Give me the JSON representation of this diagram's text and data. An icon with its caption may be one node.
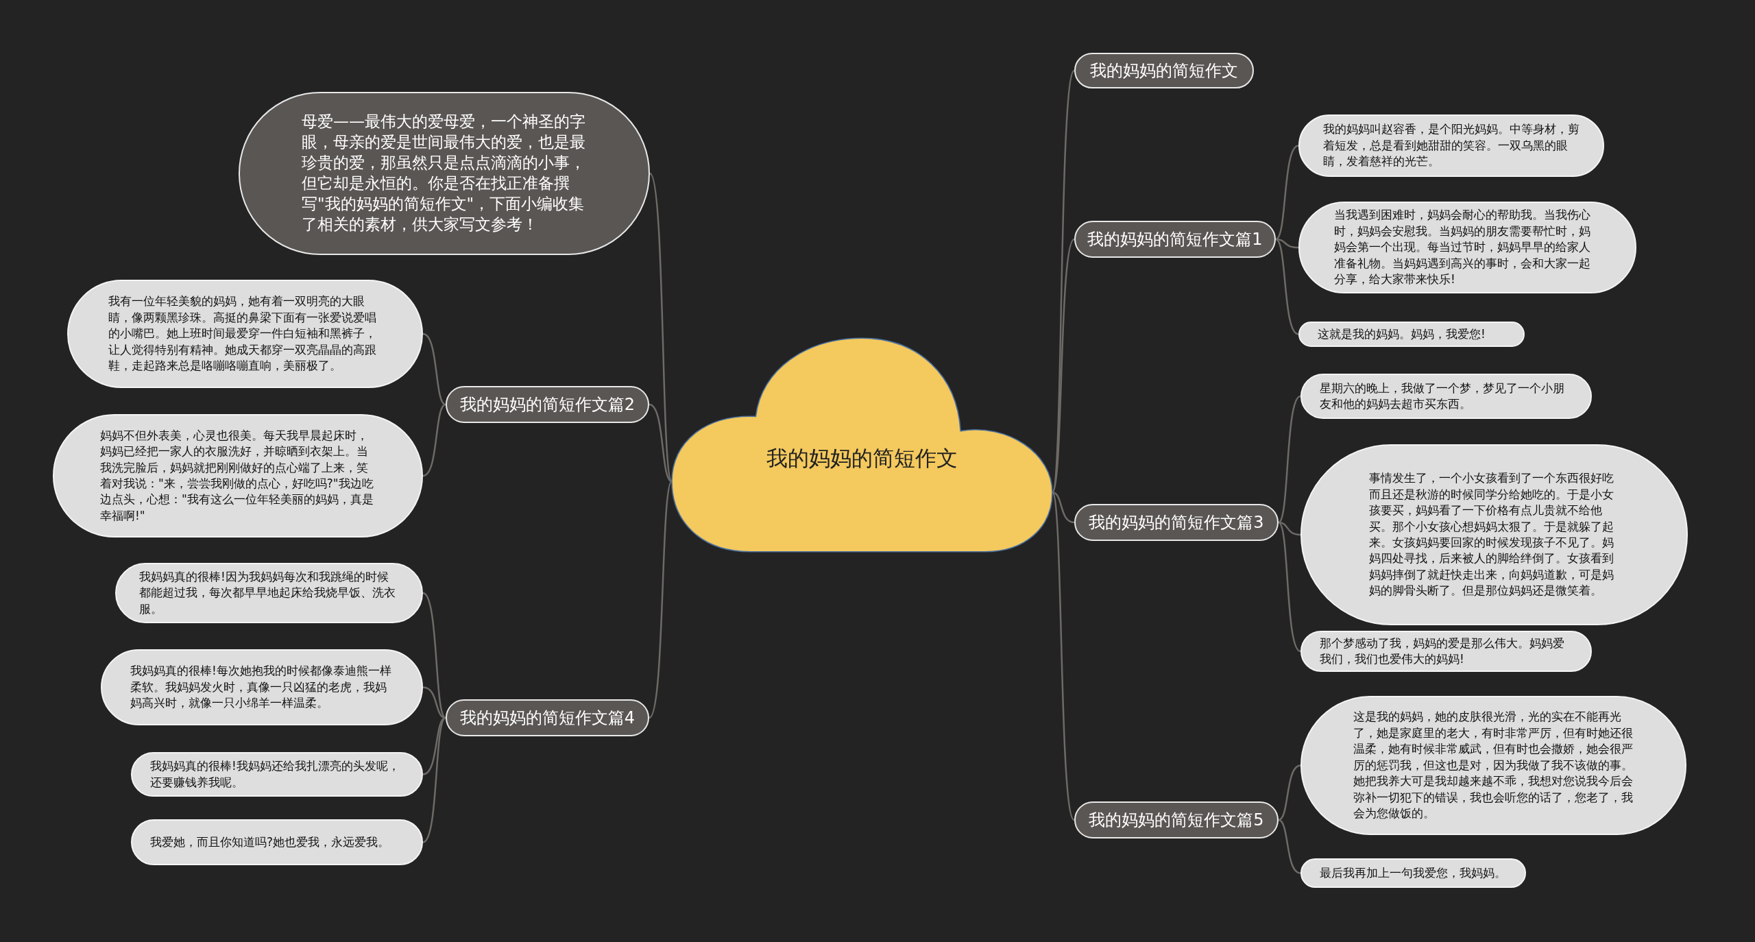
{
  "diagram": {
    "nodes": [
      {
        "text": [
          "我的妈妈的简短作文"
        ]
      },
      {
        "text": [
          "母爱——最伟大的爱母爱，一个神圣的字眼，母亲的爱是世间最伟大的爱，也是最珍贵的爱，那虽然只是点点滴滴的小事，但它却是永恒的。你是否在找正准备撰写\"我的妈妈的简短作文\"，下面小编收集了相关的素材，供大家写文参考！"
        ]
      },
      {
        "text": [
          "我的妈妈的简短作文篇2"
        ]
      },
      {
        "text": [
          "我有一位年轻美貌的妈妈，她有着一双明亮的大眼睛，像两颗黑珍珠。高挺的鼻梁下面有一张爱说爱唱的小嘴巴。她上班时间最爱穿一件白短袖和黑裤子，让人觉得特别有精神。她成天都穿一双亮晶晶的高跟鞋，走起路来总是咯嘣咯嘣直响，美丽极了。"
        ]
      },
      {
        "text": [
          "妈妈不但外表美，心灵也很美。每天我早晨起床时，妈妈已经把一家人的衣服洗好，并晾晒到衣架上。当我洗完脸后，妈妈就把刚刚做好的点心端了上来，笑着对我说：\"来，尝尝我刚做的点心，好吃吗?\"我边吃边点头，心想：\"我有这么一位年轻美丽的妈妈，真是幸福啊!\""
        ]
      },
      {
        "text": [
          "我的妈妈的简短作文篇4"
        ]
      },
      {
        "text": [
          "我妈妈真的很棒!因为我妈妈每次和我跳绳的时候都能超过我，每次都早早地起床给我烧早饭、洗衣服。"
        ]
      },
      {
        "text": [
          "我妈妈真的很棒!每次她抱我的时候都像泰迪熊一样柔软。我妈妈发火时，真像一只凶猛的老虎，我妈妈高兴时，就像一只小绵羊一样温柔。"
        ]
      },
      {
        "text": [
          "我妈妈真的很棒!我妈妈还给我扎漂亮的头发呢，还要赚钱养我呢。"
        ]
      },
      {
        "text": [
          "我爱她，而且你知道吗?她也爱我，永远爱我。"
        ]
      },
      {
        "text": [
          "我的妈妈的简短作文"
        ]
      },
      {
        "text": [
          "我的妈妈的简短作文篇1"
        ]
      },
      {
        "text": [
          "我的妈妈叫赵容香，是个阳光妈妈。中等身材，剪着短发，总是看到她甜甜的笑容。一双乌黑的眼睛，发着慈祥的光芒。"
        ]
      },
      {
        "text": [
          "当我遇到困难时，妈妈会耐心的帮助我。当我伤心时，妈妈会安慰我。当妈妈的朋友需要帮忙时，妈妈会第一个出现。每当过节时，妈妈早早的给家人准备礼物。当妈妈遇到高兴的事时，会和大家一起分享，给大家带来快乐!"
        ]
      },
      {
        "text": [
          "这就是我的妈妈。妈妈，我爱您!"
        ]
      },
      {
        "text": [
          "我的妈妈的简短作文篇3"
        ]
      },
      {
        "text": [
          "星期六的晚上，我做了一个梦，梦见了一个小朋友和他的妈妈去超市买东西。"
        ]
      },
      {
        "text": [
          "事情发生了，一个小女孩看到了一个东西很好吃而且还是秋游的时候同学分给她吃的。于是小女孩要买，妈妈看了一下价格有点儿贵就不给他买。那个小女孩心想妈妈太狠了。于是就躲了起来。女孩妈妈要回家的时候发现孩子不见了。妈妈四处寻找，后来被人的脚给绊倒了。女孩看到妈妈摔倒了就赶快走出来，向妈妈道歉，可是妈妈的脚骨头断了。但是那位妈妈还是微笑着。"
        ]
      },
      {
        "text": [
          "那个梦感动了我，妈妈的爱是那么伟大。妈妈爱我们，我们也爱伟大的妈妈!"
        ]
      },
      {
        "text": [
          "我的妈妈的简短作文篇5"
        ]
      },
      {
        "text": [
          "这是我的妈妈，她的皮肤很光滑，光的实在不能再光了，她是家庭里的老大，有时非常严厉，但有时她还很温柔，她有时候非常威武，但有时也会撒娇，她会很严厉的惩罚我，但这也是对，因为我做了我不该做的事。她把我养大可是我却越来越不乖，我想对您说我今后会弥补一切犯下的错误，我也会听您的话了，您老了，我会为您做饭的。"
        ]
      },
      {
        "text": [
          "最后我再加上一句我爱您，我妈妈。"
        ]
      }
    ],
    "edges": [
      {
        "from": 0,
        "to": 1,
        "arrow": "none"
      },
      {
        "from": 0,
        "to": 2,
        "arrow": "none"
      },
      {
        "from": 2,
        "to": 3,
        "arrow": "none"
      },
      {
        "from": 2,
        "to": 4,
        "arrow": "none"
      },
      {
        "from": 0,
        "to": 5,
        "arrow": "none"
      },
      {
        "from": 5,
        "to": 6,
        "arrow": "none"
      },
      {
        "from": 5,
        "to": 7,
        "arrow": "none"
      },
      {
        "from": 5,
        "to": 8,
        "arrow": "none"
      },
      {
        "from": 5,
        "to": 9,
        "arrow": "none"
      },
      {
        "from": 0,
        "to": 10,
        "arrow": "none"
      },
      {
        "from": 0,
        "to": 11,
        "arrow": "none"
      },
      {
        "from": 11,
        "to": 12,
        "arrow": "none"
      },
      {
        "from": 11,
        "to": 13,
        "arrow": "none"
      },
      {
        "from": 11,
        "to": 14,
        "arrow": "none"
      },
      {
        "from": 0,
        "to": 15,
        "arrow": "none"
      },
      {
        "from": 15,
        "to": 16,
        "arrow": "none"
      },
      {
        "from": 15,
        "to": 17,
        "arrow": "none"
      },
      {
        "from": 15,
        "to": 18,
        "arrow": "none"
      },
      {
        "from": 0,
        "to": 19,
        "arrow": "none"
      },
      {
        "from": 19,
        "to": 20,
        "arrow": "none"
      },
      {
        "from": 19,
        "to": 21,
        "arrow": "none"
      }
    ]
  }
}
